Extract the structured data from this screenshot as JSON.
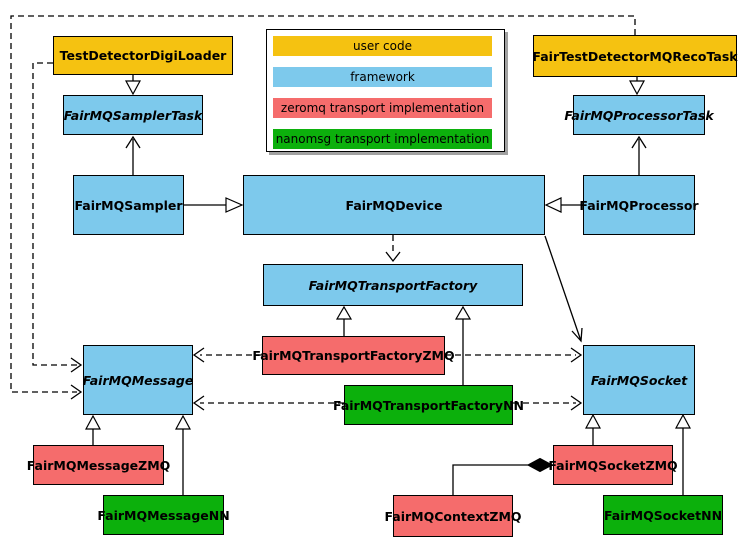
{
  "colors": {
    "user_code": "#F5C211",
    "framework": "#7DC9EC",
    "zeromq": "#F56C6C",
    "nanomsg": "#0CB00C",
    "edge": "#000000"
  },
  "legend": {
    "items": [
      {
        "label": "user code",
        "category": "user_code"
      },
      {
        "label": "framework",
        "category": "framework"
      },
      {
        "label": "zeromq transport implementation",
        "category": "zeromq"
      },
      {
        "label": "nanomsg transport implementation",
        "category": "nanomsg"
      }
    ]
  },
  "nodes": {
    "digi_loader": {
      "label": "TestDetectorDigiLoader",
      "category": "user_code",
      "abstract": false
    },
    "reco_task": {
      "label": "FairTestDetectorMQRecoTask",
      "category": "user_code",
      "abstract": false
    },
    "sampler_task": {
      "label": "FairMQSamplerTask",
      "category": "framework",
      "abstract": true
    },
    "processor_task": {
      "label": "FairMQProcessorTask",
      "category": "framework",
      "abstract": true
    },
    "sampler": {
      "label": "FairMQSampler",
      "category": "framework",
      "abstract": false
    },
    "processor": {
      "label": "FairMQProcessor",
      "category": "framework",
      "abstract": false
    },
    "device": {
      "label": "FairMQDevice",
      "category": "framework",
      "abstract": false
    },
    "transport_factory": {
      "label": "FairMQTransportFactory",
      "category": "framework",
      "abstract": true
    },
    "message": {
      "label": "FairMQMessage",
      "category": "framework",
      "abstract": true
    },
    "socket": {
      "label": "FairMQSocket",
      "category": "framework",
      "abstract": true
    },
    "transport_factory_zmq": {
      "label": "FairMQTransportFactoryZMQ",
      "category": "zeromq",
      "abstract": false
    },
    "transport_factory_nn": {
      "label": "FairMQTransportFactoryNN",
      "category": "nanomsg",
      "abstract": false
    },
    "message_zmq": {
      "label": "FairMQMessageZMQ",
      "category": "zeromq",
      "abstract": false
    },
    "message_nn": {
      "label": "FairMQMessageNN",
      "category": "nanomsg",
      "abstract": false
    },
    "context_zmq": {
      "label": "FairMQContextZMQ",
      "category": "zeromq",
      "abstract": false
    },
    "socket_zmq": {
      "label": "FairMQSocketZMQ",
      "category": "zeromq",
      "abstract": false
    },
    "socket_nn": {
      "label": "FairMQSocketNN",
      "category": "nanomsg",
      "abstract": false
    }
  },
  "relationships": [
    {
      "from": "TestDetectorDigiLoader",
      "to": "FairMQSamplerTask",
      "type": "inheritance-hollow-triangle"
    },
    {
      "from": "FairMQSampler",
      "to": "FairMQSamplerTask",
      "type": "open-arrow"
    },
    {
      "from": "FairMQSampler",
      "to": "FairMQDevice",
      "type": "inheritance-hollow-triangle"
    },
    {
      "from": "FairTestDetectorMQRecoTask",
      "to": "FairMQProcessorTask",
      "type": "inheritance-hollow-triangle"
    },
    {
      "from": "FairMQProcessor",
      "to": "FairMQProcessorTask",
      "type": "open-arrow"
    },
    {
      "from": "FairMQProcessor",
      "to": "FairMQDevice",
      "type": "inheritance-hollow-triangle"
    },
    {
      "from": "FairMQDevice",
      "to": "FairMQTransportFactory",
      "type": "dashed-open-arrow"
    },
    {
      "from": "FairMQDevice",
      "to": "FairMQSocket",
      "type": "open-arrow"
    },
    {
      "from": "FairMQTransportFactoryZMQ",
      "to": "FairMQTransportFactory",
      "type": "inheritance-hollow-triangle"
    },
    {
      "from": "FairMQTransportFactoryNN",
      "to": "FairMQTransportFactory",
      "type": "inheritance-hollow-triangle"
    },
    {
      "from": "FairMQTransportFactoryZMQ",
      "to": "FairMQMessage",
      "type": "dashed-open-arrow"
    },
    {
      "from": "FairMQTransportFactoryZMQ",
      "to": "FairMQSocket",
      "type": "dashed-open-arrow"
    },
    {
      "from": "FairMQTransportFactoryNN",
      "to": "FairMQMessage",
      "type": "dashed-open-arrow"
    },
    {
      "from": "FairMQTransportFactoryNN",
      "to": "FairMQSocket",
      "type": "dashed-open-arrow"
    },
    {
      "from": "FairMQMessageZMQ",
      "to": "FairMQMessage",
      "type": "inheritance-hollow-triangle"
    },
    {
      "from": "FairMQMessageNN",
      "to": "FairMQMessage",
      "type": "inheritance-hollow-triangle"
    },
    {
      "from": "FairMQSocketZMQ",
      "to": "FairMQSocket",
      "type": "inheritance-hollow-triangle"
    },
    {
      "from": "FairMQSocketNN",
      "to": "FairMQSocket",
      "type": "inheritance-hollow-triangle"
    },
    {
      "from": "FairMQContextZMQ",
      "to": "FairMQSocketZMQ",
      "type": "composition-filled-diamond"
    },
    {
      "from": "TestDetectorDigiLoader",
      "to": "FairMQMessage",
      "type": "dashed-open-arrow"
    },
    {
      "from": "FairTestDetectorMQRecoTask",
      "to": "FairMQMessage",
      "type": "dashed-open-arrow"
    }
  ]
}
